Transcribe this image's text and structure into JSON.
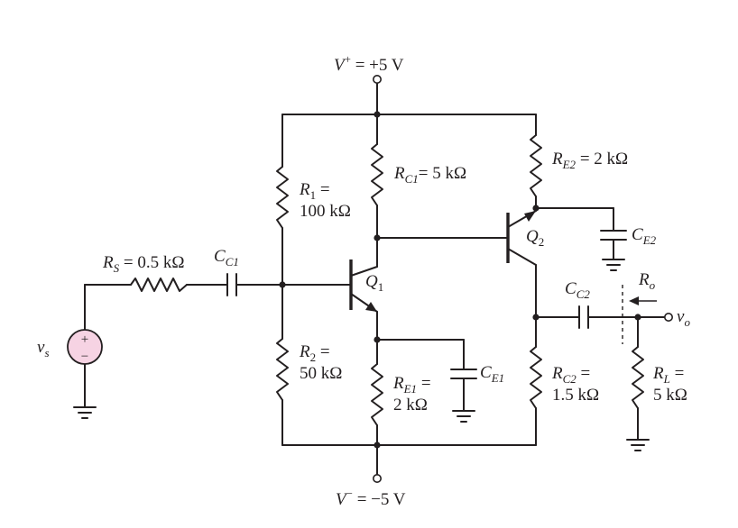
{
  "supply": {
    "vplus_sym": "V",
    "vplus_sup": "+",
    "vplus_val": " = +5 V",
    "vminus_sym": "V",
    "vminus_sup": "−",
    "vminus_val": " = −5 V"
  },
  "source": {
    "sym": "v",
    "sub": "s",
    "plus": "+",
    "minus": "−",
    "color": "#f6d3e3"
  },
  "rs": {
    "sym": "R",
    "sub": "S",
    "val": " = 0.5 kΩ"
  },
  "cc1": {
    "sym": "C",
    "sub": "C1"
  },
  "r1": {
    "sym": "R",
    "sub": "1",
    "eq": " =",
    "val": "100 kΩ"
  },
  "r2": {
    "sym": "R",
    "sub": "2",
    "eq": " =",
    "val": "50 kΩ"
  },
  "rc1": {
    "sym": "R",
    "sub": "C1",
    "val": "= 5 kΩ"
  },
  "re1": {
    "sym": "R",
    "sub": "E1",
    "eq": " =",
    "val": "2 kΩ"
  },
  "ce1": {
    "sym": "C",
    "sub": "E1"
  },
  "q1": {
    "sym": "Q",
    "sub": "1"
  },
  "q2": {
    "sym": "Q",
    "sub": "2"
  },
  "re2": {
    "sym": "R",
    "sub": "E2",
    "val": " = 2 kΩ"
  },
  "ce2": {
    "sym": "C",
    "sub": "E2"
  },
  "cc2": {
    "sym": "C",
    "sub": "C2"
  },
  "rc2": {
    "sym": "R",
    "sub": "C2",
    "eq": " =",
    "val": "1.5 kΩ"
  },
  "ro": {
    "sym": "R",
    "sub": "o"
  },
  "vo": {
    "sym": "v",
    "sub": "o"
  },
  "rl": {
    "sym": "R",
    "sub": "L",
    "eq": " =",
    "val": "5 kΩ"
  }
}
